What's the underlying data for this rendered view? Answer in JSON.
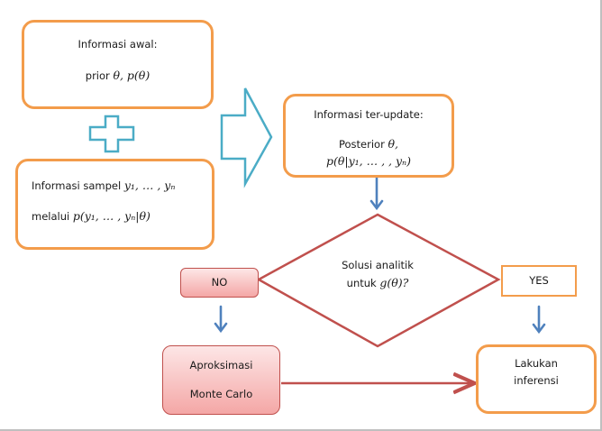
{
  "prior_box": {
    "title": "Informasi awal:",
    "prior_label": "prior",
    "prior_math": "θ, p(θ)"
  },
  "sample_box": {
    "line1_label": "Informasi sampel",
    "line1_math": "y₁, … , yₙ",
    "line2_label": "melalui",
    "line2_math": "p(y₁, … , yₙ|θ)"
  },
  "posterior_box": {
    "title": "Informasi ter-update:",
    "line1_label": "Posterior",
    "line1_math": "θ,",
    "line2_math": "p(θ|y₁, … , , yₙ)"
  },
  "decision": {
    "line1": "Solusi analitik",
    "line2_label": "untuk",
    "line2_math": "g(θ)?"
  },
  "no_label": "NO",
  "yes_label": "YES",
  "approx_box": {
    "line1": "Aproksimasi",
    "line2": "Monte Carlo"
  },
  "inference_box": {
    "line1": "Lakukan",
    "line2": "inferensi"
  },
  "colors": {
    "box_border": "#f39c4b",
    "plus_arrow": "#4bacc6",
    "diamond": "#c0504d",
    "small_arrow": "#4f81bd",
    "red_box_fill": "#f4a7a6"
  },
  "icons": {
    "plus": "plus-shape",
    "big_arrow": "right-block-arrow",
    "small_arrow": "down-arrow"
  }
}
